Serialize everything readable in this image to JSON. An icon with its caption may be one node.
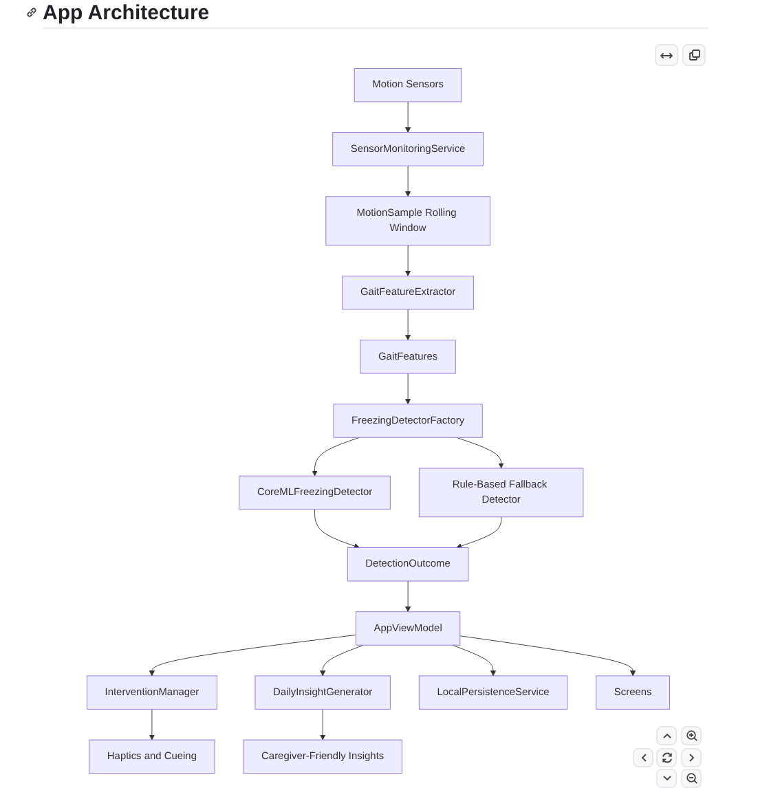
{
  "diagram": {
    "title": "App Architecture",
    "nodes": [
      {
        "text": [
          "Motion Sensors"
        ]
      },
      {
        "text": [
          "SensorMonitoringService"
        ]
      },
      {
        "text": [
          "MotionSample Rolling Window"
        ]
      },
      {
        "text": [
          "GaitFeatureExtractor"
        ]
      },
      {
        "text": [
          "GaitFeatures"
        ]
      },
      {
        "text": [
          "FreezingDetectorFactory"
        ]
      },
      {
        "text": [
          "CoreMLFreezingDetector"
        ]
      },
      {
        "text": [
          "Rule-Based Fallback Detector"
        ]
      },
      {
        "text": [
          "DetectionOutcome"
        ]
      },
      {
        "text": [
          "AppViewModel"
        ]
      },
      {
        "text": [
          "InterventionManager"
        ]
      },
      {
        "text": [
          "DailyInsightGenerator"
        ]
      },
      {
        "text": [
          "LocalPersistenceService"
        ]
      },
      {
        "text": [
          "Screens"
        ]
      },
      {
        "text": [
          "Haptics and Cueing"
        ]
      },
      {
        "text": [
          "Caregiver-Friendly Insights"
        ]
      }
    ],
    "edges": [
      {
        "from": 0,
        "to": 1,
        "arrow": "to"
      },
      {
        "from": 1,
        "to": 2,
        "arrow": "to"
      },
      {
        "from": 2,
        "to": 3,
        "arrow": "to"
      },
      {
        "from": 3,
        "to": 4,
        "arrow": "to"
      },
      {
        "from": 4,
        "to": 5,
        "arrow": "to"
      },
      {
        "from": 5,
        "to": 6,
        "arrow": "to"
      },
      {
        "from": 5,
        "to": 7,
        "arrow": "to"
      },
      {
        "from": 6,
        "to": 8,
        "arrow": "to"
      },
      {
        "from": 7,
        "to": 8,
        "arrow": "to"
      },
      {
        "from": 8,
        "to": 9,
        "arrow": "to"
      },
      {
        "from": 9,
        "to": 10,
        "arrow": "to"
      },
      {
        "from": 9,
        "to": 11,
        "arrow": "to"
      },
      {
        "from": 9,
        "to": 12,
        "arrow": "to"
      },
      {
        "from": 9,
        "to": 13,
        "arrow": "to"
      },
      {
        "from": 10,
        "to": 14,
        "arrow": "to"
      },
      {
        "from": 11,
        "to": 15,
        "arrow": "to"
      }
    ]
  }
}
